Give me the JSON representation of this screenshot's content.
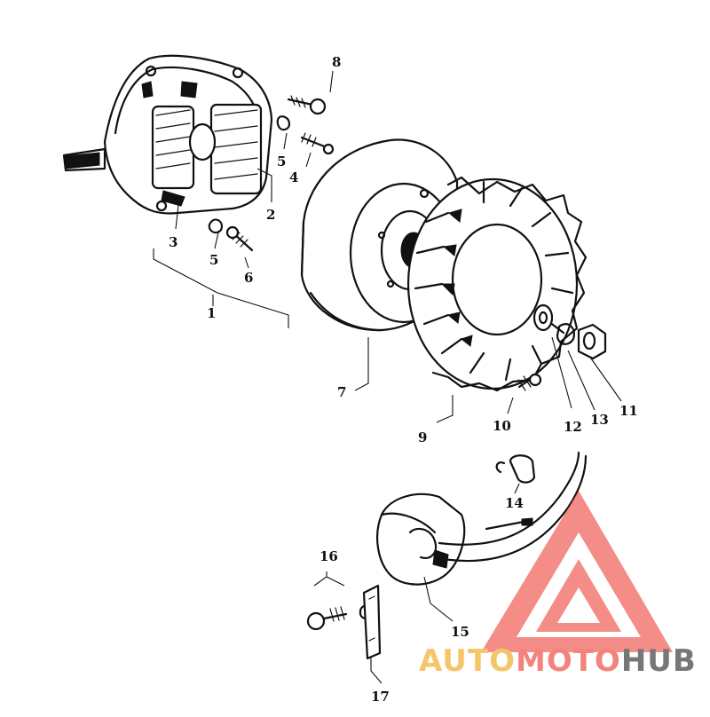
{
  "callouts": [
    {
      "id": "1",
      "label": "1"
    },
    {
      "id": "2",
      "label": "2"
    },
    {
      "id": "3",
      "label": "3"
    },
    {
      "id": "4",
      "label": "4"
    },
    {
      "id": "5a",
      "label": "5"
    },
    {
      "id": "5b",
      "label": "5"
    },
    {
      "id": "6",
      "label": "6"
    },
    {
      "id": "7",
      "label": "7"
    },
    {
      "id": "8",
      "label": "8"
    },
    {
      "id": "9",
      "label": "9"
    },
    {
      "id": "10",
      "label": "10"
    },
    {
      "id": "11",
      "label": "11"
    },
    {
      "id": "12",
      "label": "12"
    },
    {
      "id": "13",
      "label": "13"
    },
    {
      "id": "14",
      "label": "14"
    },
    {
      "id": "15",
      "label": "15"
    },
    {
      "id": "16",
      "label": "16"
    },
    {
      "id": "17",
      "label": "17"
    }
  ],
  "watermark": {
    "part1": "AUTO",
    "part2": "MOTO",
    "part3": "HUB",
    "colors": {
      "auto": "#f2b237",
      "moto": "#ef5a4f",
      "hub": "#4a4a4a",
      "logo": "#ee4c45"
    }
  }
}
